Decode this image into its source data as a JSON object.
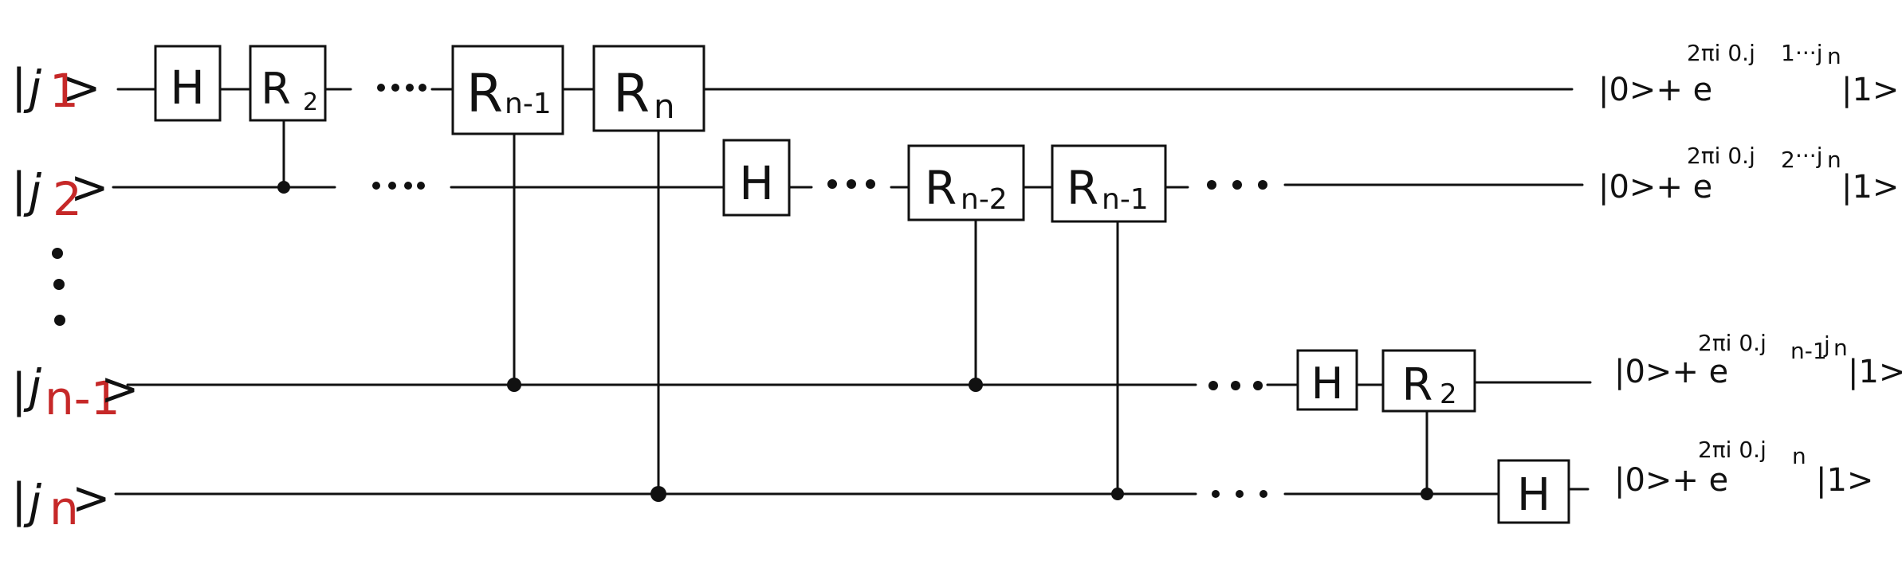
{
  "inputs": [
    {
      "ket_left": "|",
      "main": "j",
      "sub": "1",
      "ket_right": ">"
    },
    {
      "ket_left": "|",
      "main": "j",
      "sub": "2",
      "ket_right": ">"
    },
    {
      "ket_left": "|",
      "main": "j",
      "sub": "n-1",
      "ket_right": ">"
    },
    {
      "ket_left": "|",
      "main": "j",
      "sub": "n",
      "ket_right": ">"
    }
  ],
  "gates": {
    "h": "H",
    "r2_main": "R",
    "r2_sub": "2",
    "rn1_main": "R",
    "rn1_sub": "n-1",
    "rn_main": "R",
    "rn_sub": "n",
    "rn2_main": "R",
    "rn2_sub": "n-2"
  },
  "ellipsis": "• • •",
  "outputs": [
    {
      "prefix": "|0>+ e",
      "exp_pre": "2πi 0.j",
      "exp_red": "1",
      "exp_post": "···j",
      "exp_n": "n",
      "suffix": "|1>"
    },
    {
      "prefix": "|0>+ e",
      "exp_pre": "2πi 0.j",
      "exp_red": "2",
      "exp_post": "···j",
      "exp_n": "n",
      "suffix": "|1>"
    },
    {
      "prefix": "|0>+ e",
      "exp_pre": "2πi 0.j",
      "exp_red": "n-1",
      "exp_post": "j",
      "exp_n": "n",
      "suffix": "|1>"
    },
    {
      "prefix": "|0>+ e",
      "exp_pre": "2πi 0.j",
      "exp_red": "n",
      "exp_post": "",
      "exp_n": "",
      "suffix": "|1>"
    }
  ],
  "colors": {
    "ink": "#111111",
    "accent_red": "#c62828"
  }
}
